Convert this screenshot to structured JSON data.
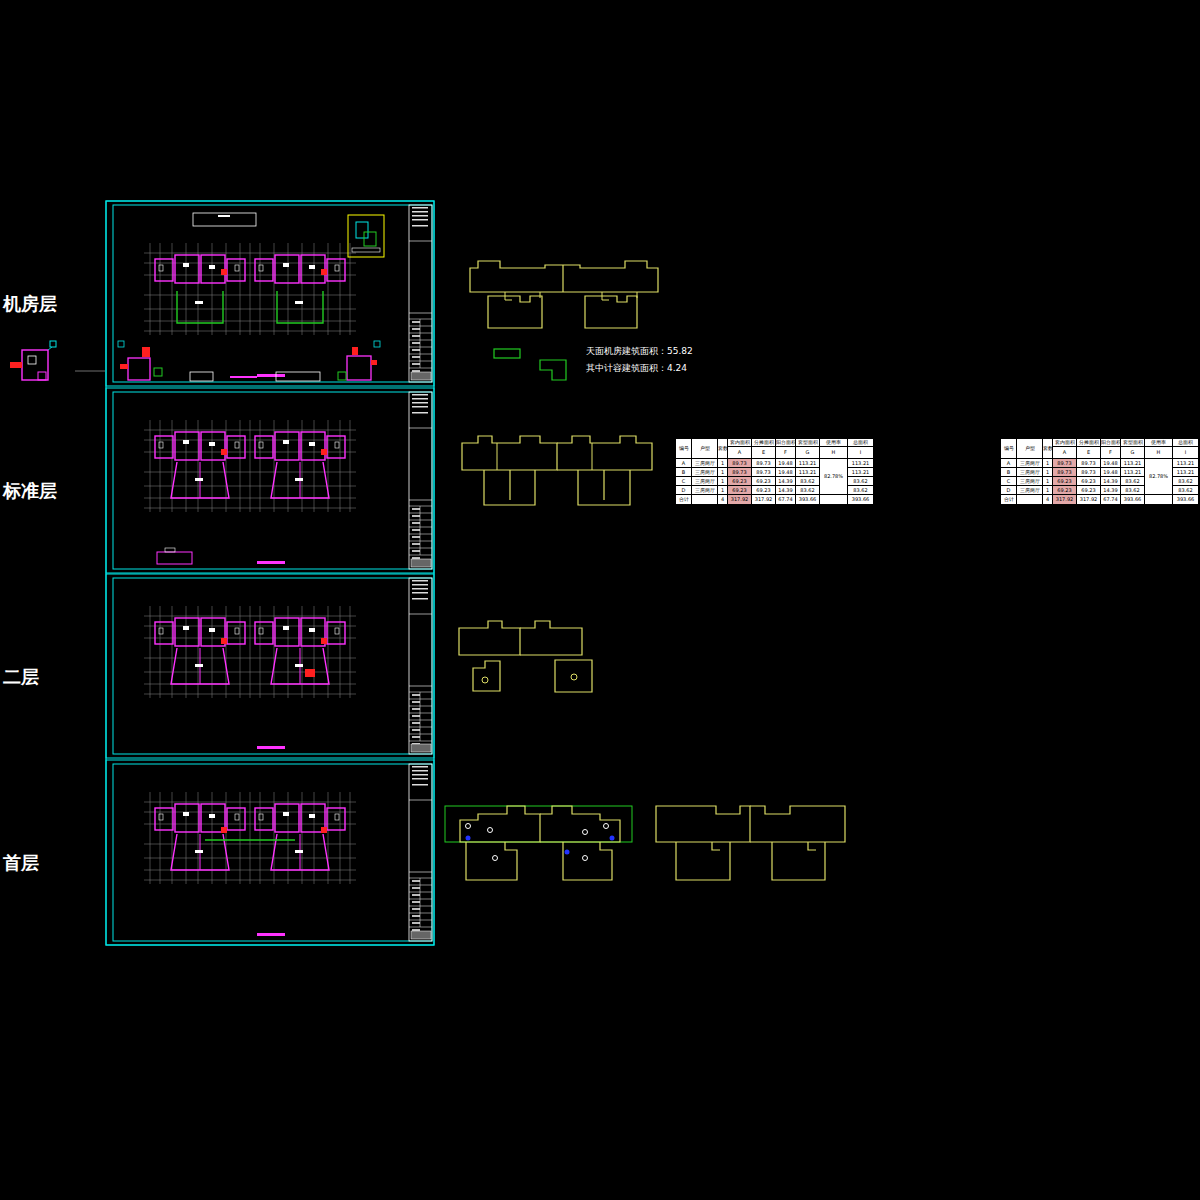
{
  "diagram": {
    "labels": [
      "机房层",
      "标准层",
      "二层",
      "首层",
      "天面机房建筑面积：55.82",
      "其中计容建筑面积：4.24",
      "编号",
      "户型",
      "套数",
      "套内面积",
      "分摊面积",
      "阳台面积",
      "套型面积",
      "使用率",
      "总面积",
      "A",
      "E",
      "F",
      "G",
      "H",
      "I",
      "A",
      "三房两厅",
      "1",
      "89.73",
      "89.73",
      "19.48",
      "113.21",
      "82.78%",
      "113.21",
      "B",
      "三房两厅",
      "1",
      "89.73",
      "89.73",
      "19.48",
      "113.21",
      "113.21",
      "C",
      "三房两厅",
      "1",
      "69.23",
      "69.23",
      "14.39",
      "83.62",
      "83.62",
      "D",
      "三房两厅",
      "1",
      "69.23",
      "69.23",
      "14.39",
      "83.62",
      "83.62",
      "合计",
      "4",
      "317.92",
      "317.92",
      "67.74",
      "393.66",
      "393.66",
      "编号",
      "户型",
      "套数",
      "套内面积",
      "分摊面积",
      "阳台面积",
      "套型面积",
      "使用率",
      "总面积",
      "A",
      "E",
      "F",
      "G",
      "H",
      "I",
      "A",
      "三房两厅",
      "1",
      "89.73",
      "89.73",
      "19.48",
      "113.21",
      "82.78%",
      "113.21",
      "B",
      "三房两厅",
      "1",
      "89.73",
      "89.73",
      "19.48",
      "113.21",
      "113.21",
      "C",
      "三房两厅",
      "1",
      "69.23",
      "69.23",
      "14.39",
      "83.62",
      "83.62",
      "D",
      "三房两厅",
      "1",
      "69.23",
      "69.23",
      "14.39",
      "83.62",
      "83.62",
      "合计",
      "4",
      "317.92",
      "317.92",
      "67.74",
      "393.66",
      "393.66"
    ]
  }
}
